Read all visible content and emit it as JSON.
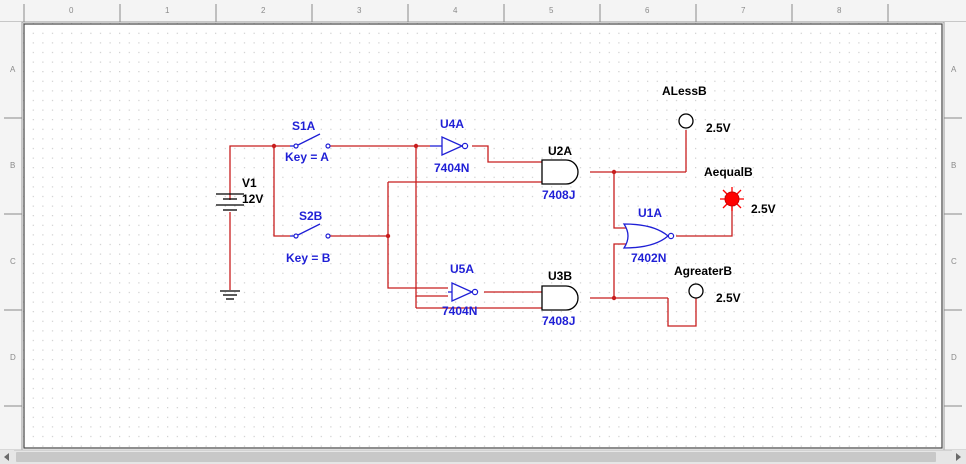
{
  "ruler": {
    "columns": [
      "0",
      "1",
      "2",
      "3",
      "4",
      "5",
      "6",
      "7",
      "8"
    ],
    "rows": [
      "A",
      "B",
      "C",
      "D"
    ]
  },
  "components": {
    "v1": {
      "name": "V1",
      "value": "12V"
    },
    "s1": {
      "name": "S1A",
      "key": "Key = A"
    },
    "s2": {
      "name": "S2B",
      "key": "Key = B"
    },
    "u4": {
      "name": "U4A",
      "part": "7404N"
    },
    "u5": {
      "name": "U5A",
      "part": "7404N"
    },
    "u2": {
      "name": "U2A",
      "part": "7408J"
    },
    "u3": {
      "name": "U3B",
      "part": "7408J"
    },
    "u1": {
      "name": "U1A",
      "part": "7402N"
    },
    "p1": {
      "name": "ALessB",
      "value": "2.5V"
    },
    "p2": {
      "name": "AequalB",
      "value": "2.5V",
      "state": "lit"
    },
    "p3": {
      "name": "AgreaterB",
      "value": "2.5V"
    }
  },
  "colors": {
    "wire": "#c81e1e",
    "component_label": "#1f1fd6",
    "probe_on": "#ff0000",
    "grid_dot": "#b8b8b8"
  }
}
